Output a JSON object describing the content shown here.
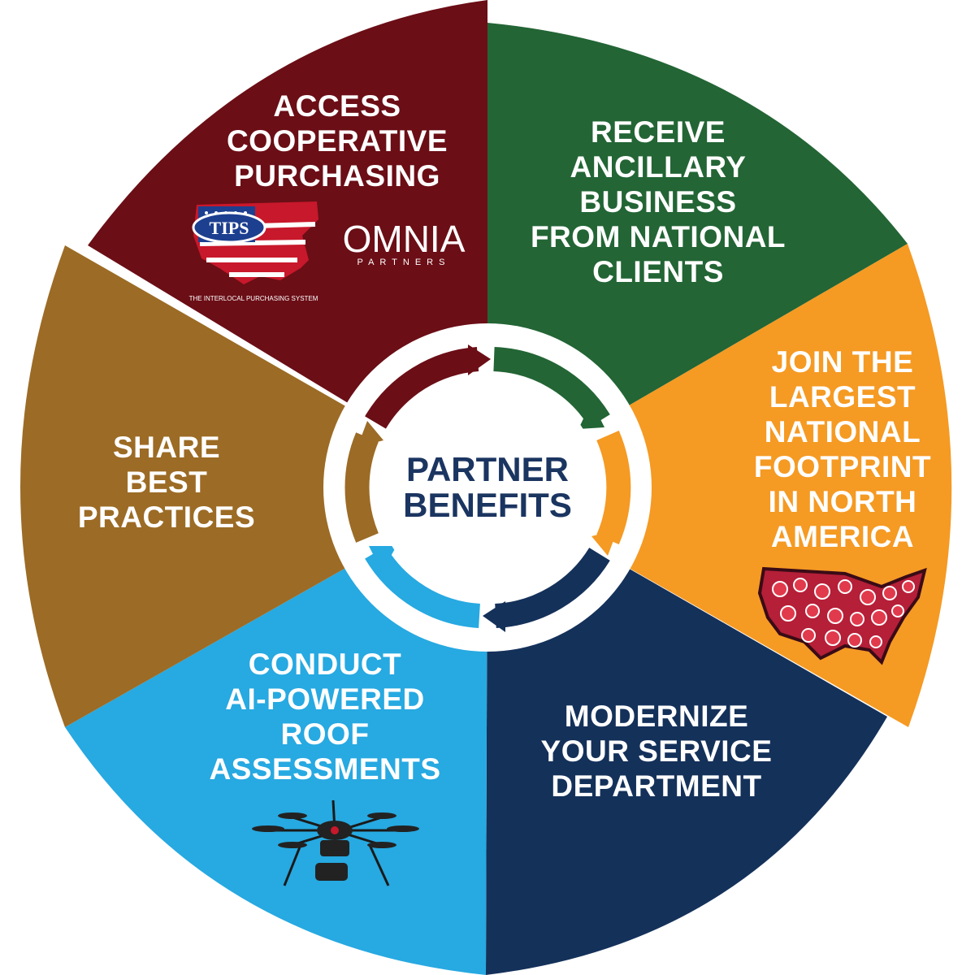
{
  "center": {
    "line1": "PARTNER",
    "line2": "BENEFITS",
    "color": "#1b3561"
  },
  "segments": [
    {
      "key": "cooperative",
      "color": "#6b0e16",
      "lines": [
        "ACCESS",
        "COOPERATIVE",
        "PURCHASING"
      ]
    },
    {
      "key": "ancillary",
      "color": "#236535",
      "lines": [
        "RECEIVE",
        "ANCILLARY",
        "BUSINESS",
        "FROM NATIONAL",
        "CLIENTS"
      ]
    },
    {
      "key": "footprint",
      "color": "#f59a23",
      "lines": [
        "JOIN THE",
        "LARGEST",
        "NATIONAL",
        "FOOTPRINT",
        "IN NORTH",
        "AMERICA"
      ]
    },
    {
      "key": "modernize",
      "color": "#14315a",
      "lines": [
        "MODERNIZE",
        "YOUR SERVICE",
        "DEPARTMENT"
      ]
    },
    {
      "key": "roof",
      "color": "#27a9e1",
      "lines": [
        "CONDUCT",
        "AI-POWERED",
        "ROOF",
        "ASSESSMENTS"
      ]
    },
    {
      "key": "practices",
      "color": "#9c6b25",
      "lines": [
        "SHARE",
        "BEST",
        "PRACTICES"
      ]
    }
  ],
  "logos": {
    "tips": "TIPS",
    "tips_caption": "THE INTERLOCAL PURCHASING SYSTEM",
    "omnia": "OMNIA",
    "omnia_sub": "PARTNERS"
  },
  "icons": {
    "usa_map": "usa-map-pins-icon",
    "drone": "drone-icon",
    "flag_map": "usa-flag-map-icon"
  }
}
